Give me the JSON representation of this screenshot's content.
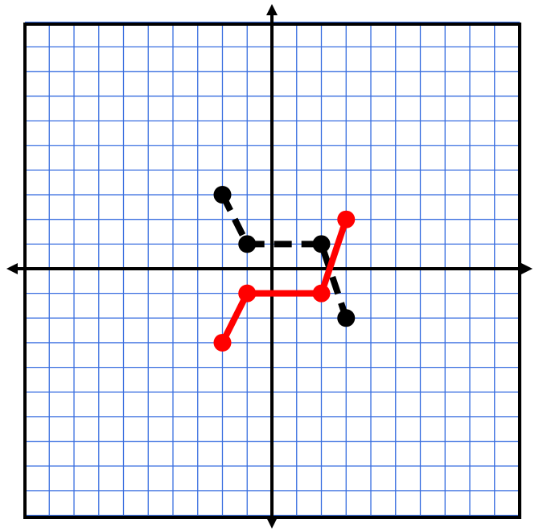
{
  "chart_data": {
    "type": "line",
    "xlim": [
      -10,
      10
    ],
    "ylim": [
      -10,
      10
    ],
    "grid": true,
    "grid_step": 1,
    "colors": {
      "grid": "#3a6fe0",
      "axes": "#000000",
      "border": "#000000",
      "background": "#ffffff"
    },
    "series": [
      {
        "style": "dashed",
        "color": "#000000",
        "points": [
          [
            -2,
            3
          ],
          [
            -1,
            1
          ],
          [
            2,
            1
          ],
          [
            3,
            -2
          ]
        ]
      },
      {
        "style": "solid",
        "color": "#ff0000",
        "points": [
          [
            -2,
            -3
          ],
          [
            -1,
            -1
          ],
          [
            2,
            -1
          ],
          [
            3,
            2
          ]
        ]
      }
    ]
  }
}
